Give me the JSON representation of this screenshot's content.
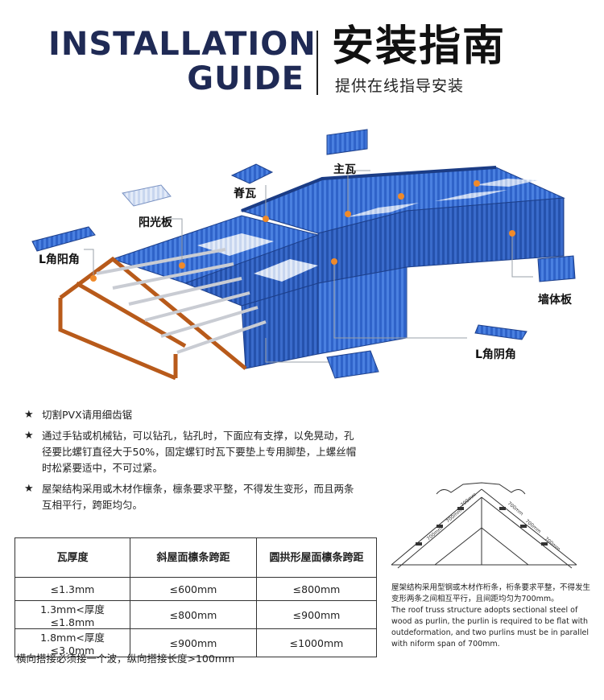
{
  "header": {
    "en_line1": "INSTALLATION",
    "en_line2": "GUIDE",
    "cn_title": "安装指南",
    "cn_subtitle": "提供在线指导安装"
  },
  "diagram_labels": {
    "main_tile": "主瓦",
    "ridge_tile": "脊瓦",
    "skylight": "阳光板",
    "l_outer_corner": "L角阳角",
    "wall_panel": "墙体板",
    "l_inner_corner": "L角阴角"
  },
  "notes": [
    "切割PVX请用细齿锯",
    "通过手钻或机械钻，可以钻孔，钻孔时，下面应有支撑，以免晃动，孔径要比螺钉直径大于50%，固定螺钉时瓦下要垫上专用脚垫，上螺丝帽时松紧要适中，不可过紧。",
    "屋架结构采用或木材作檩条，檩条要求平整，不得发生变形，而且两条互相平行，跨距均匀。"
  ],
  "table": {
    "headers": [
      "瓦厚度",
      "斜屋面檩条跨距",
      "圆拱形屋面檩条跨距"
    ],
    "rows": [
      [
        "≤1.3mm",
        "≤600mm",
        "≤800mm"
      ],
      [
        "1.3mm<厚度≤1.8mm",
        "≤800mm",
        "≤900mm"
      ],
      [
        "1.8mm<厚度≤3.0mm",
        "≤900mm",
        "≤1000mm"
      ]
    ]
  },
  "footer_note": "横向搭接必须接一个波，纵向搭接长度>100mm",
  "truss": {
    "dims": [
      "700mm",
      "700mm",
      "700mm",
      "700mm",
      "700mm",
      "700mm"
    ],
    "cn_text": "屋架结构采用型钢或木材作桁条，桁条要求平整，不得发生变形两条之间相互平行，且间距均匀为700mm。",
    "en_text": "The roof truss structure adopts sectional steel of wood as purlin, the purlin is required to be flat with outdeformation, and two purlins must be in parallel with niform span of 700mm."
  }
}
